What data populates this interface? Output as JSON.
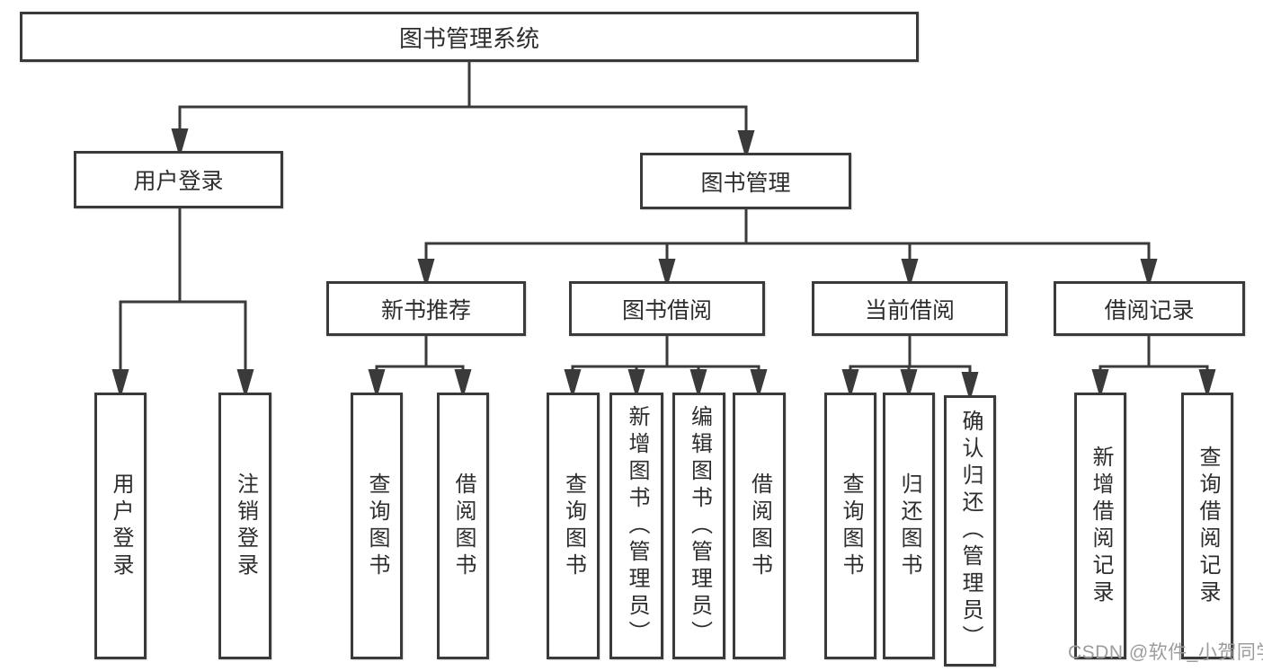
{
  "diagram_title": "图书管理系统",
  "labels": {
    "l1_system": "图书管理系统",
    "l2_user_login": "用户登录",
    "l2_book_mgmt": "图书管理",
    "l3_new_book": "新书推荐",
    "l3_borrow": "图书借阅",
    "l3_current": "当前借阅",
    "l3_records": "借阅记录",
    "l4_user_login": "用户登录",
    "l4_logout": "注销登录",
    "l4_query_book_1": "查询图书",
    "l4_borrow_book_1": "借阅图书",
    "l4_query_book_2": "查询图书",
    "l4_add_book_admin": "新增图书（管理员）",
    "l4_edit_book_admin": "编辑图书（管理员）",
    "l4_borrow_book_2": "借阅图书",
    "l4_query_book_3": "查询图书",
    "l4_return_book": "归还图书",
    "l4_confirm_return_admin": "确认归还（管理员）",
    "l4_add_record": "新增借阅记录",
    "l4_query_record": "查询借阅记录"
  },
  "hierarchy": {
    "label": "图书管理系统",
    "children": [
      {
        "label": "用户登录",
        "children": [
          {
            "label": "用户登录"
          },
          {
            "label": "注销登录"
          }
        ]
      },
      {
        "label": "图书管理",
        "children": [
          {
            "label": "新书推荐",
            "children": [
              {
                "label": "查询图书"
              },
              {
                "label": "借阅图书"
              }
            ]
          },
          {
            "label": "图书借阅",
            "children": [
              {
                "label": "查询图书"
              },
              {
                "label": "新增图书（管理员）"
              },
              {
                "label": "编辑图书（管理员）"
              },
              {
                "label": "借阅图书"
              }
            ]
          },
          {
            "label": "当前借阅",
            "children": [
              {
                "label": "查询图书"
              },
              {
                "label": "归还图书"
              },
              {
                "label": "确认归还（管理员）"
              }
            ]
          },
          {
            "label": "借阅记录",
            "children": [
              {
                "label": "新增借阅记录"
              },
              {
                "label": "查询借阅记录"
              }
            ]
          }
        ]
      }
    ]
  },
  "watermark": "CSDN @软件_小贺同学",
  "colors": {
    "line": "#3a3a3a",
    "node_fill": "#ffffff",
    "node_text": "#2d2d2d",
    "watermark": "#9c9c9c",
    "background": "#ffffff"
  }
}
